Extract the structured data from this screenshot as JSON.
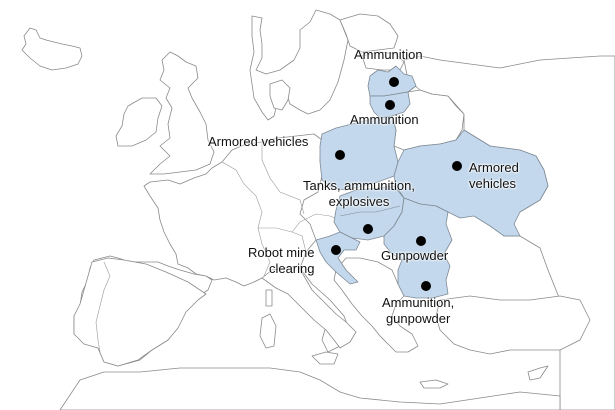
{
  "map": {
    "type": "choropleth-annotated",
    "region": "Europe",
    "highlight_color": "#c3d8ec",
    "marker_color": "#000000",
    "outline_color": "#8a8a8a"
  },
  "countries": [
    {
      "id": "lithuania-latvia-north",
      "name": "Latvia",
      "label": "Ammunition",
      "dot": [
        394,
        82
      ]
    },
    {
      "id": "lithuania",
      "name": "Lithuania",
      "label": "Ammunition",
      "dot": [
        390,
        105
      ]
    },
    {
      "id": "poland",
      "name": "Poland",
      "label": "Armored vehicles",
      "dot": [
        340,
        155
      ]
    },
    {
      "id": "ukraine",
      "name": "Ukraine",
      "label": "Armored vehicles",
      "dot": [
        457,
        166
      ]
    },
    {
      "id": "hungary-slovakia",
      "name": "Slovakia / Hungary",
      "label": "Tanks, ammunition, explosives",
      "dot": [
        368,
        229
      ]
    },
    {
      "id": "slovenia-croatia",
      "name": "Slovenia / Croatia",
      "label": "Robot mine clearing",
      "dot": [
        336,
        250
      ]
    },
    {
      "id": "romania",
      "name": "Romania",
      "label": "Gunpowder",
      "dot": [
        421,
        241
      ]
    },
    {
      "id": "bulgaria",
      "name": "Bulgaria",
      "label": "Ammunition, gunpowder",
      "dot": [
        426,
        286
      ]
    }
  ],
  "labels": {
    "latvia": "Ammunition",
    "lithuania": "Ammunition",
    "poland": "Armored vehicles",
    "ukraine_line1": "Armored",
    "ukraine_line2": "vehicles",
    "slovakia_line1": "Tanks, ammunition,",
    "slovakia_line2": "explosives",
    "croatia_line1": "Robot mine",
    "croatia_line2": "clearing",
    "romania": "Gunpowder",
    "bulgaria_line1": "Ammunition,",
    "bulgaria_line2": "gunpowder"
  }
}
